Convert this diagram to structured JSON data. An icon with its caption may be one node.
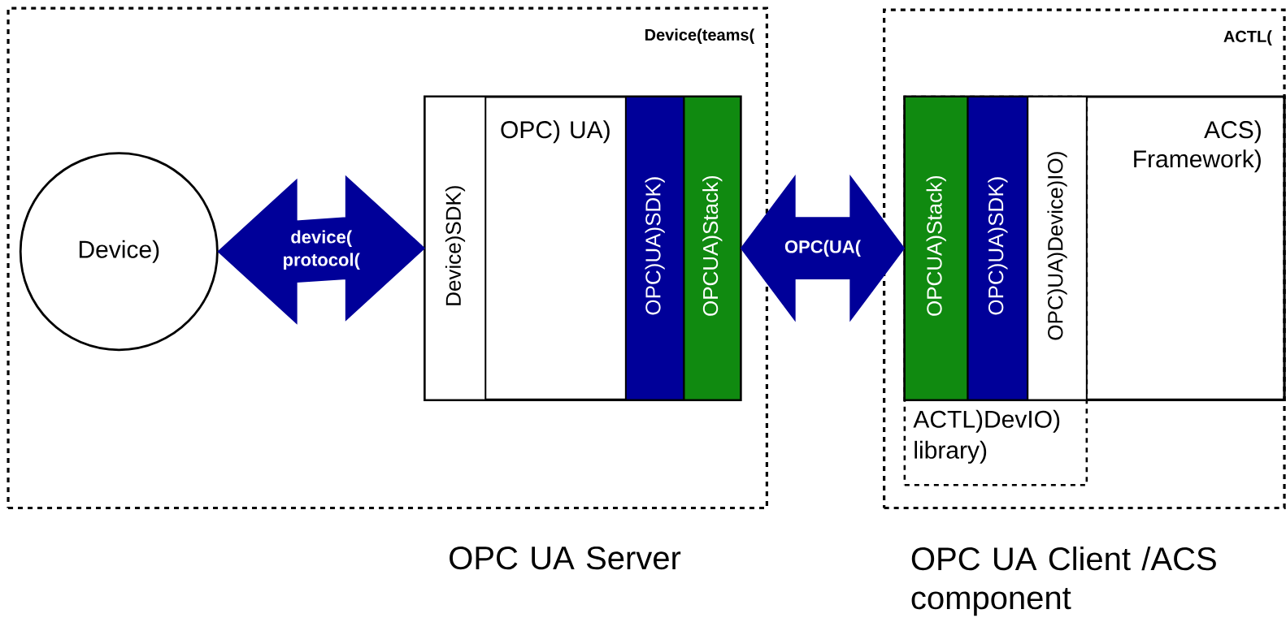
{
  "diagram": {
    "nodes": [
      {
        "text": [
          "Device(teams("
        ],
        "beside": [
          "OPC UA Server"
        ]
      },
      {
        "text": [
          "ACTL("
        ],
        "beside": [
          "OPC UA Client /ACS component"
        ]
      },
      {
        "text": [
          "Device)"
        ],
        "in": 0
      },
      {
        "text": [
          "OPC) UA)"
        ],
        "in": 0
      },
      {
        "text": [
          "Device)SDK)"
        ],
        "in": 3
      },
      {
        "text": [
          "OPC)UA)SDK)"
        ],
        "in": 3
      },
      {
        "text": [
          "OPCUA)Stack)"
        ],
        "in": 3
      },
      {
        "text": [
          "ACS) Framework)"
        ],
        "in": 1
      },
      {
        "text": [
          "ACTL)DevIO) library)"
        ],
        "in": 1
      },
      {
        "text": [
          "OPCUA)Stack)"
        ]
      },
      {
        "text": [
          "OPC)UA)SDK)"
        ]
      },
      {
        "text": [
          "OPC)UA)Device)IO)"
        ]
      }
    ],
    "edges": [
      {
        "from": 2,
        "to": 4,
        "arrow": "both",
        "label": "device( protocol("
      },
      {
        "from": 6,
        "to": 9,
        "arrow": "both",
        "label": "OPC(UA("
      }
    ]
  }
}
